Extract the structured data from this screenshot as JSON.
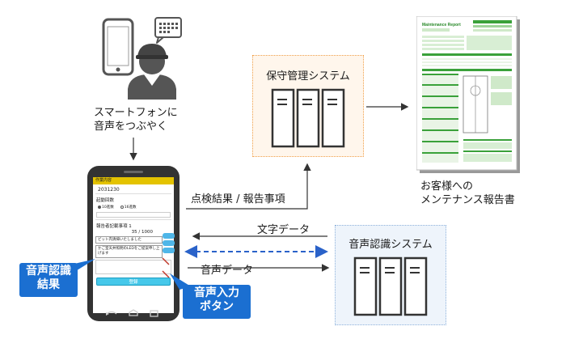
{
  "captions": {
    "smartphone_line1": "スマートフォンに",
    "smartphone_line2": "音声をつぶやく",
    "report_line1": "お客様への",
    "report_line2": "メンテナンス報告書"
  },
  "maintenance_system": {
    "title": "保守管理システム"
  },
  "speech_system": {
    "title": "音声認識システム"
  },
  "flows": {
    "inspection": "点検結果 / 報告事項",
    "text_data": "文字データ",
    "voice_data": "音声データ"
  },
  "callouts": {
    "recognition_line1": "音声認識",
    "recognition_line2": "結果",
    "voice_input_line1": "音声入力",
    "voice_input_line2": "ボタン"
  },
  "phone": {
    "header": "作業内容",
    "id_number": "2031230",
    "startup_label": "起動回数",
    "radio_1": "10進数",
    "radio_2": "16進数",
    "report_label": "報告者記載事項 1",
    "counter": "35 / 1000",
    "recognized_1": "ビット内清掃いたしました",
    "recognized_2": "かご室天井照明のLEDをご提案申し上げます",
    "submit_label": "登録"
  },
  "report_doc": {
    "header": "Maintenance Report"
  },
  "colors": {
    "callout_blue": "#1b6fd1",
    "dashed_blue": "#2a62c9",
    "orange_border": "#f0a04a",
    "blue_border": "#8fb3dc"
  }
}
